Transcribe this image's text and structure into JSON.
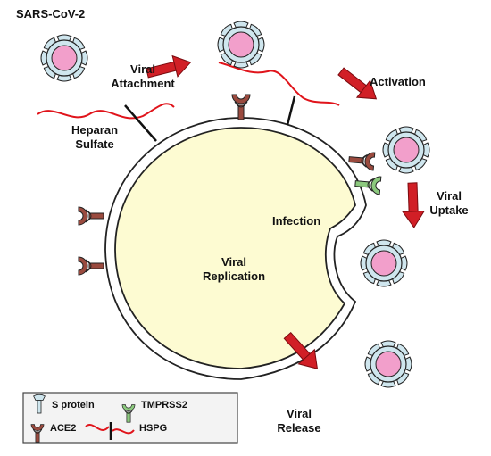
{
  "labels": {
    "title": "SARS-CoV-2",
    "viral_attachment_1": "Viral",
    "viral_attachment_2": "Attachment",
    "heparan_1": "Heparan",
    "heparan_2": "Sulfate",
    "activation": "Activation",
    "viral_uptake_1": "Viral",
    "viral_uptake_2": "Uptake",
    "infection": "Infection",
    "viral_replication_1": "Viral",
    "viral_replication_2": "Replication",
    "viral_release_1": "Viral",
    "viral_release_2": "Release"
  },
  "legend": {
    "s_protein": "S protein",
    "tmprss2": "TMPRSS2",
    "ace2": "ACE2",
    "hspg": "HSPG"
  },
  "colors": {
    "cell_fill": "#fdfbd2",
    "virus_core": "#f29fcb",
    "spike_fill": "#cfe6ee",
    "ace2": "#9a4a3e",
    "tmprss2": "#8cc97e",
    "arrow": "#d11f26",
    "heparan": "#e0141b",
    "legend_bg": "#f3f3f3"
  },
  "icons": [
    "virus-icon",
    "ace2-receptor-icon",
    "tmprss2-icon",
    "hspg-icon",
    "process-arrow-icon",
    "s-protein-icon"
  ]
}
